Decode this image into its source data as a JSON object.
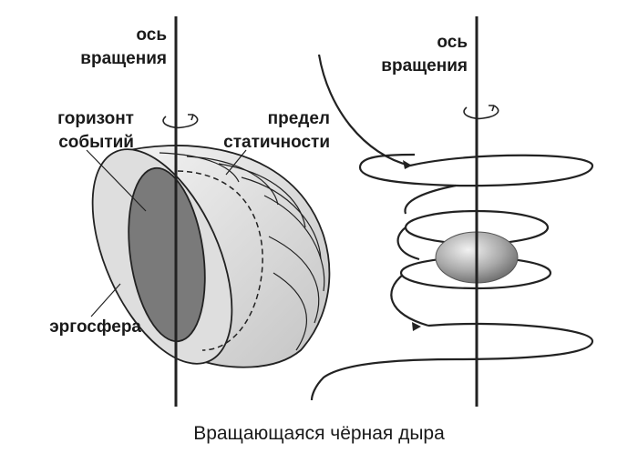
{
  "left_diagram": {
    "axis_label_line1": "ось",
    "axis_label_line2": "вращения",
    "horizon_label_line1": "горизонт",
    "horizon_label_line2": "событий",
    "static_limit_label_line1": "предел",
    "static_limit_label_line2": "статичности",
    "ergosphere_label": "эргосфера"
  },
  "right_diagram": {
    "axis_label_line1": "ось",
    "axis_label_line2": "вращения"
  },
  "caption": "Вращающаяся чёрная дыра",
  "colors": {
    "line": "#222222",
    "light_fill": "#dcdcdc",
    "dark_fill": "#7a7a7a"
  }
}
